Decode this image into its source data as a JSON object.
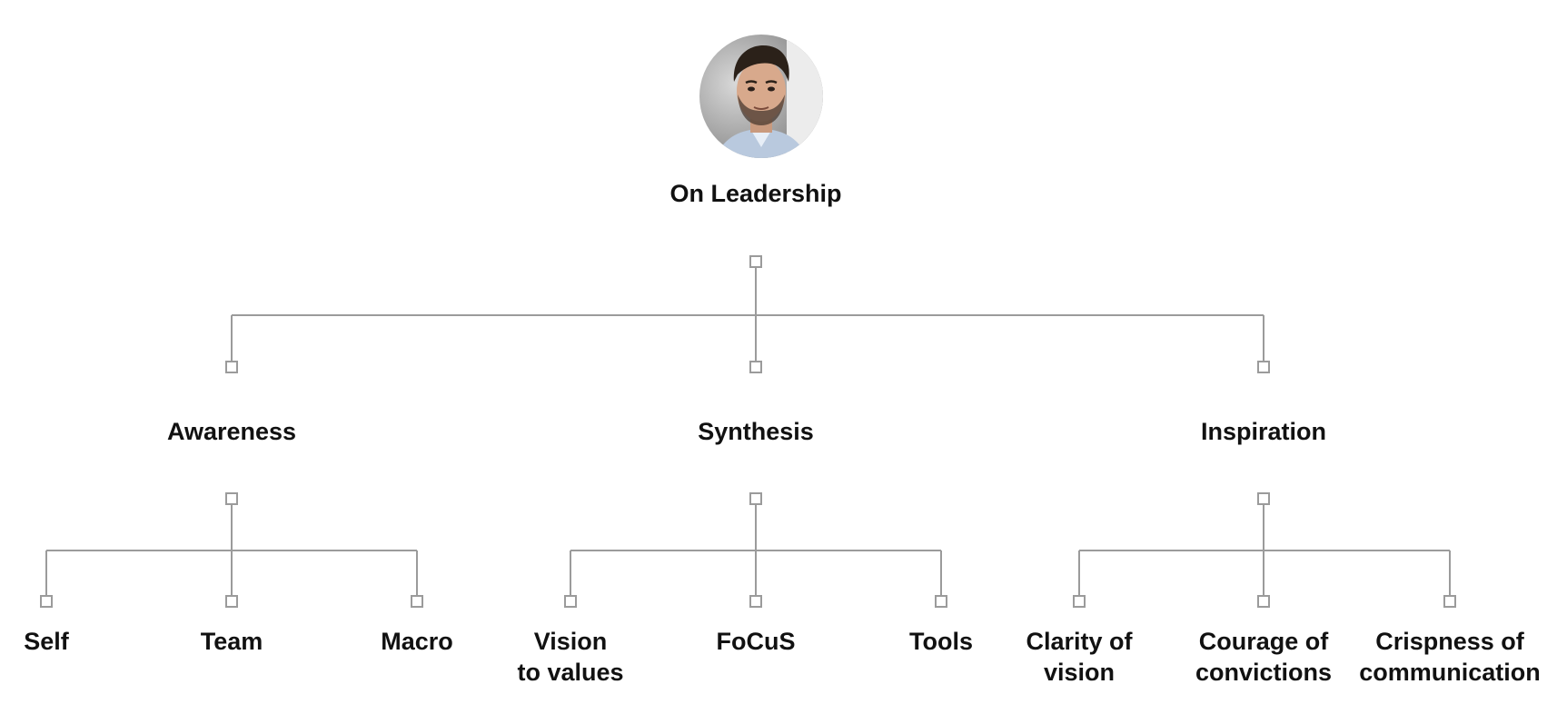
{
  "root": {
    "title": "On Leadership",
    "avatar": "portrait-photo"
  },
  "branches": [
    {
      "title": "Awareness",
      "children": [
        {
          "lines": [
            "Self"
          ]
        },
        {
          "lines": [
            "Team"
          ]
        },
        {
          "lines": [
            "Macro"
          ]
        }
      ]
    },
    {
      "title": "Synthesis",
      "children": [
        {
          "lines": [
            "Vision",
            "to values"
          ]
        },
        {
          "lines": [
            "FoCuS"
          ]
        },
        {
          "lines": [
            "Tools"
          ]
        }
      ]
    },
    {
      "title": "Inspiration",
      "children": [
        {
          "lines": [
            "Clarity of",
            "vision"
          ]
        },
        {
          "lines": [
            "Courage of",
            "convictions"
          ]
        },
        {
          "lines": [
            "Crispness of",
            "communication"
          ]
        }
      ]
    }
  ],
  "colors": {
    "connector": "#9b9b9b",
    "text": "#111111"
  }
}
